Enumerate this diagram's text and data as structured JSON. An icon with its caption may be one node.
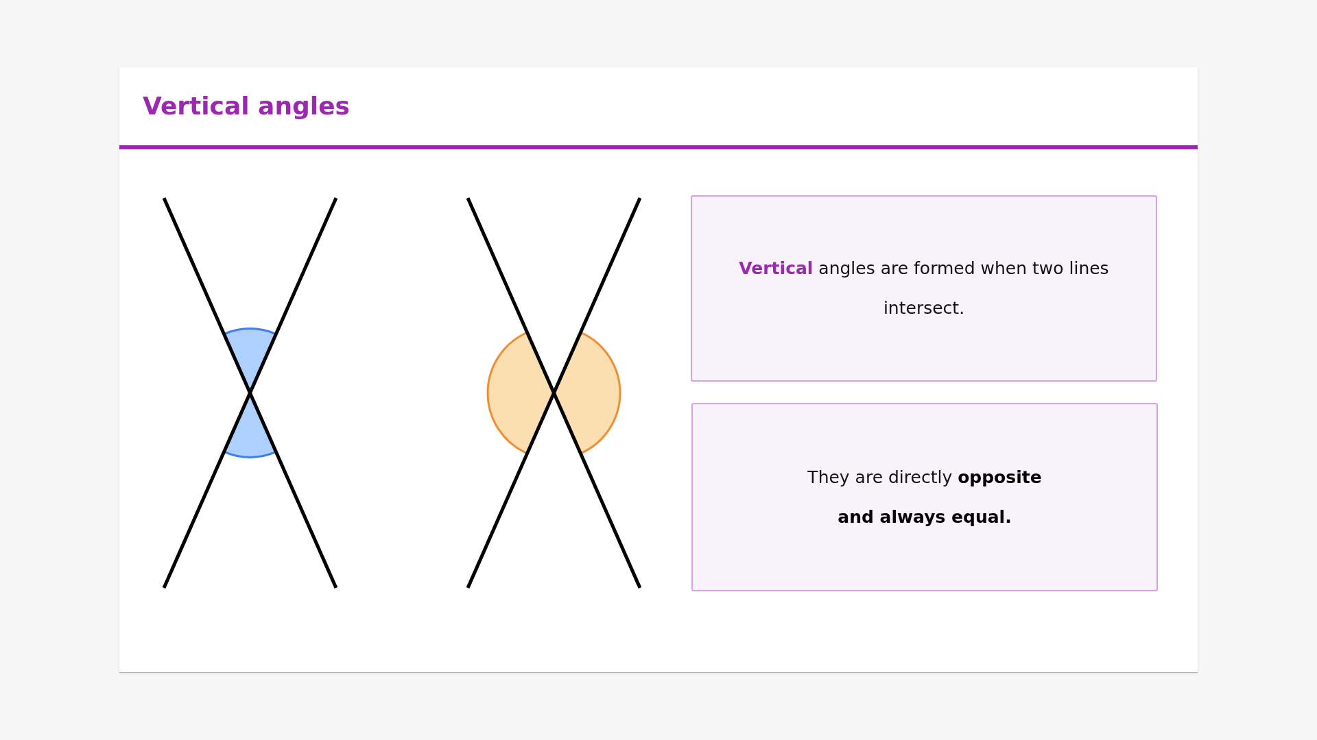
{
  "diagram": {
    "title": "Vertical angles",
    "nodes": [
      {
        "text": [
          "**Vertical** angles are formed when two lines intersect."
        ]
      },
      {
        "text": [
          "They are directly **opposite and always equal.**"
        ]
      }
    ]
  }
}
